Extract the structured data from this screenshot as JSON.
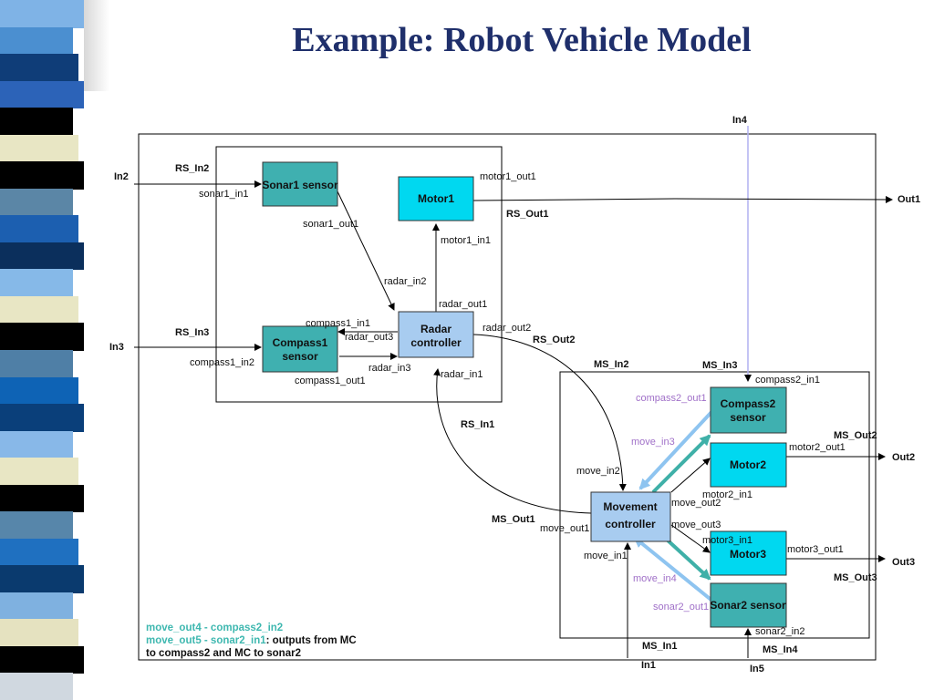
{
  "slide": {
    "title": "Example: Robot Vehicle Model"
  },
  "theme": {
    "title_color": "#1f2f6b",
    "stripe_colors": [
      "#7fb3e6",
      "#4b8fd0",
      "#0f3d78",
      "#2c63b8",
      "#000000",
      "#e8e6c4",
      "#000000",
      "#5b86a6",
      "#1c5fb0",
      "#0b2f5c",
      "#86b9e8",
      "#e8e6c4",
      "#000000",
      "#4f7fa6",
      "#0e63b5",
      "#0a3f7a",
      "#88b8e8",
      "#e8e6c4",
      "#000000",
      "#5786aa",
      "#1f70c0",
      "#0a3a6e",
      "#7fb1e0",
      "#e5e2c0",
      "#000000",
      "#d0d8e0"
    ],
    "cyan_box": "#00d8f0",
    "teal_box": "#3fb0b0",
    "controller_box": "#a8ccf0"
  },
  "diagram": {
    "boxes": {
      "sonar1": "Sonar1 sensor",
      "motor1": "Motor1",
      "compass1": [
        "Compass1",
        "sensor"
      ],
      "radar": [
        "Radar",
        "controller"
      ],
      "compass2": [
        "Compass2",
        "sensor"
      ],
      "motor2": "Motor2",
      "movement": [
        "Movement",
        "controller"
      ],
      "motor3": "Motor3",
      "sonar2": "Sonar2 sensor"
    },
    "ext_ports": {
      "in2": "In2",
      "in3": "In3",
      "in4": "In4",
      "in1": "In1",
      "in5": "In5",
      "out1": "Out1",
      "out2": "Out2",
      "out3": "Out3"
    },
    "rs_ports": {
      "rs_in2": "RS_In2",
      "rs_in3": "RS_In3",
      "rs_in1": "RS_In1",
      "rs_out1": "RS_Out1",
      "rs_out2": "RS_Out2"
    },
    "ms_ports": {
      "ms_in2": "MS_In2",
      "ms_in3": "MS_In3",
      "ms_in1": "MS_In1",
      "ms_in4": "MS_In4",
      "ms_out1": "MS_Out1",
      "ms_out2": "MS_Out2",
      "ms_out3": "MS_Out3"
    },
    "ports": {
      "sonar1_in1": "sonar1_in1",
      "sonar1_out1": "sonar1_out1",
      "motor1_out1": "motor1_out1",
      "motor1_in1": "motor1_in1",
      "radar_in2": "radar_in2",
      "radar_out1": "radar_out1",
      "compass1_in1": "compass1_in1",
      "radar_out3": "radar_out3",
      "radar_out2": "radar_out2",
      "compass1_in2": "compass1_in2",
      "radar_in3": "radar_in3",
      "radar_in1": "radar_in1",
      "compass1_out1": "compass1_out1",
      "compass2_in1": "compass2_in1",
      "compass2_out1": "compass2_out1",
      "move_in3": "move_in3",
      "move_in2": "move_in2",
      "motor2_out1": "motor2_out1",
      "motor2_in1": "motor2_in1",
      "move_out2": "move_out2",
      "move_out1": "move_out1",
      "move_out3": "move_out3",
      "motor3_in1": "motor3_in1",
      "motor3_out1": "motor3_out1",
      "move_in1": "move_in1",
      "move_in4": "move_in4",
      "sonar2_out1": "sonar2_out1",
      "sonar2_in2": "sonar2_in2"
    },
    "note": {
      "line1": "move_out4 - compass2_in2",
      "line2_a": "move_out5 - sonar2_in1",
      "line2_b": ": outputs from MC",
      "line3": "to compass2 and MC to sonar2"
    }
  }
}
